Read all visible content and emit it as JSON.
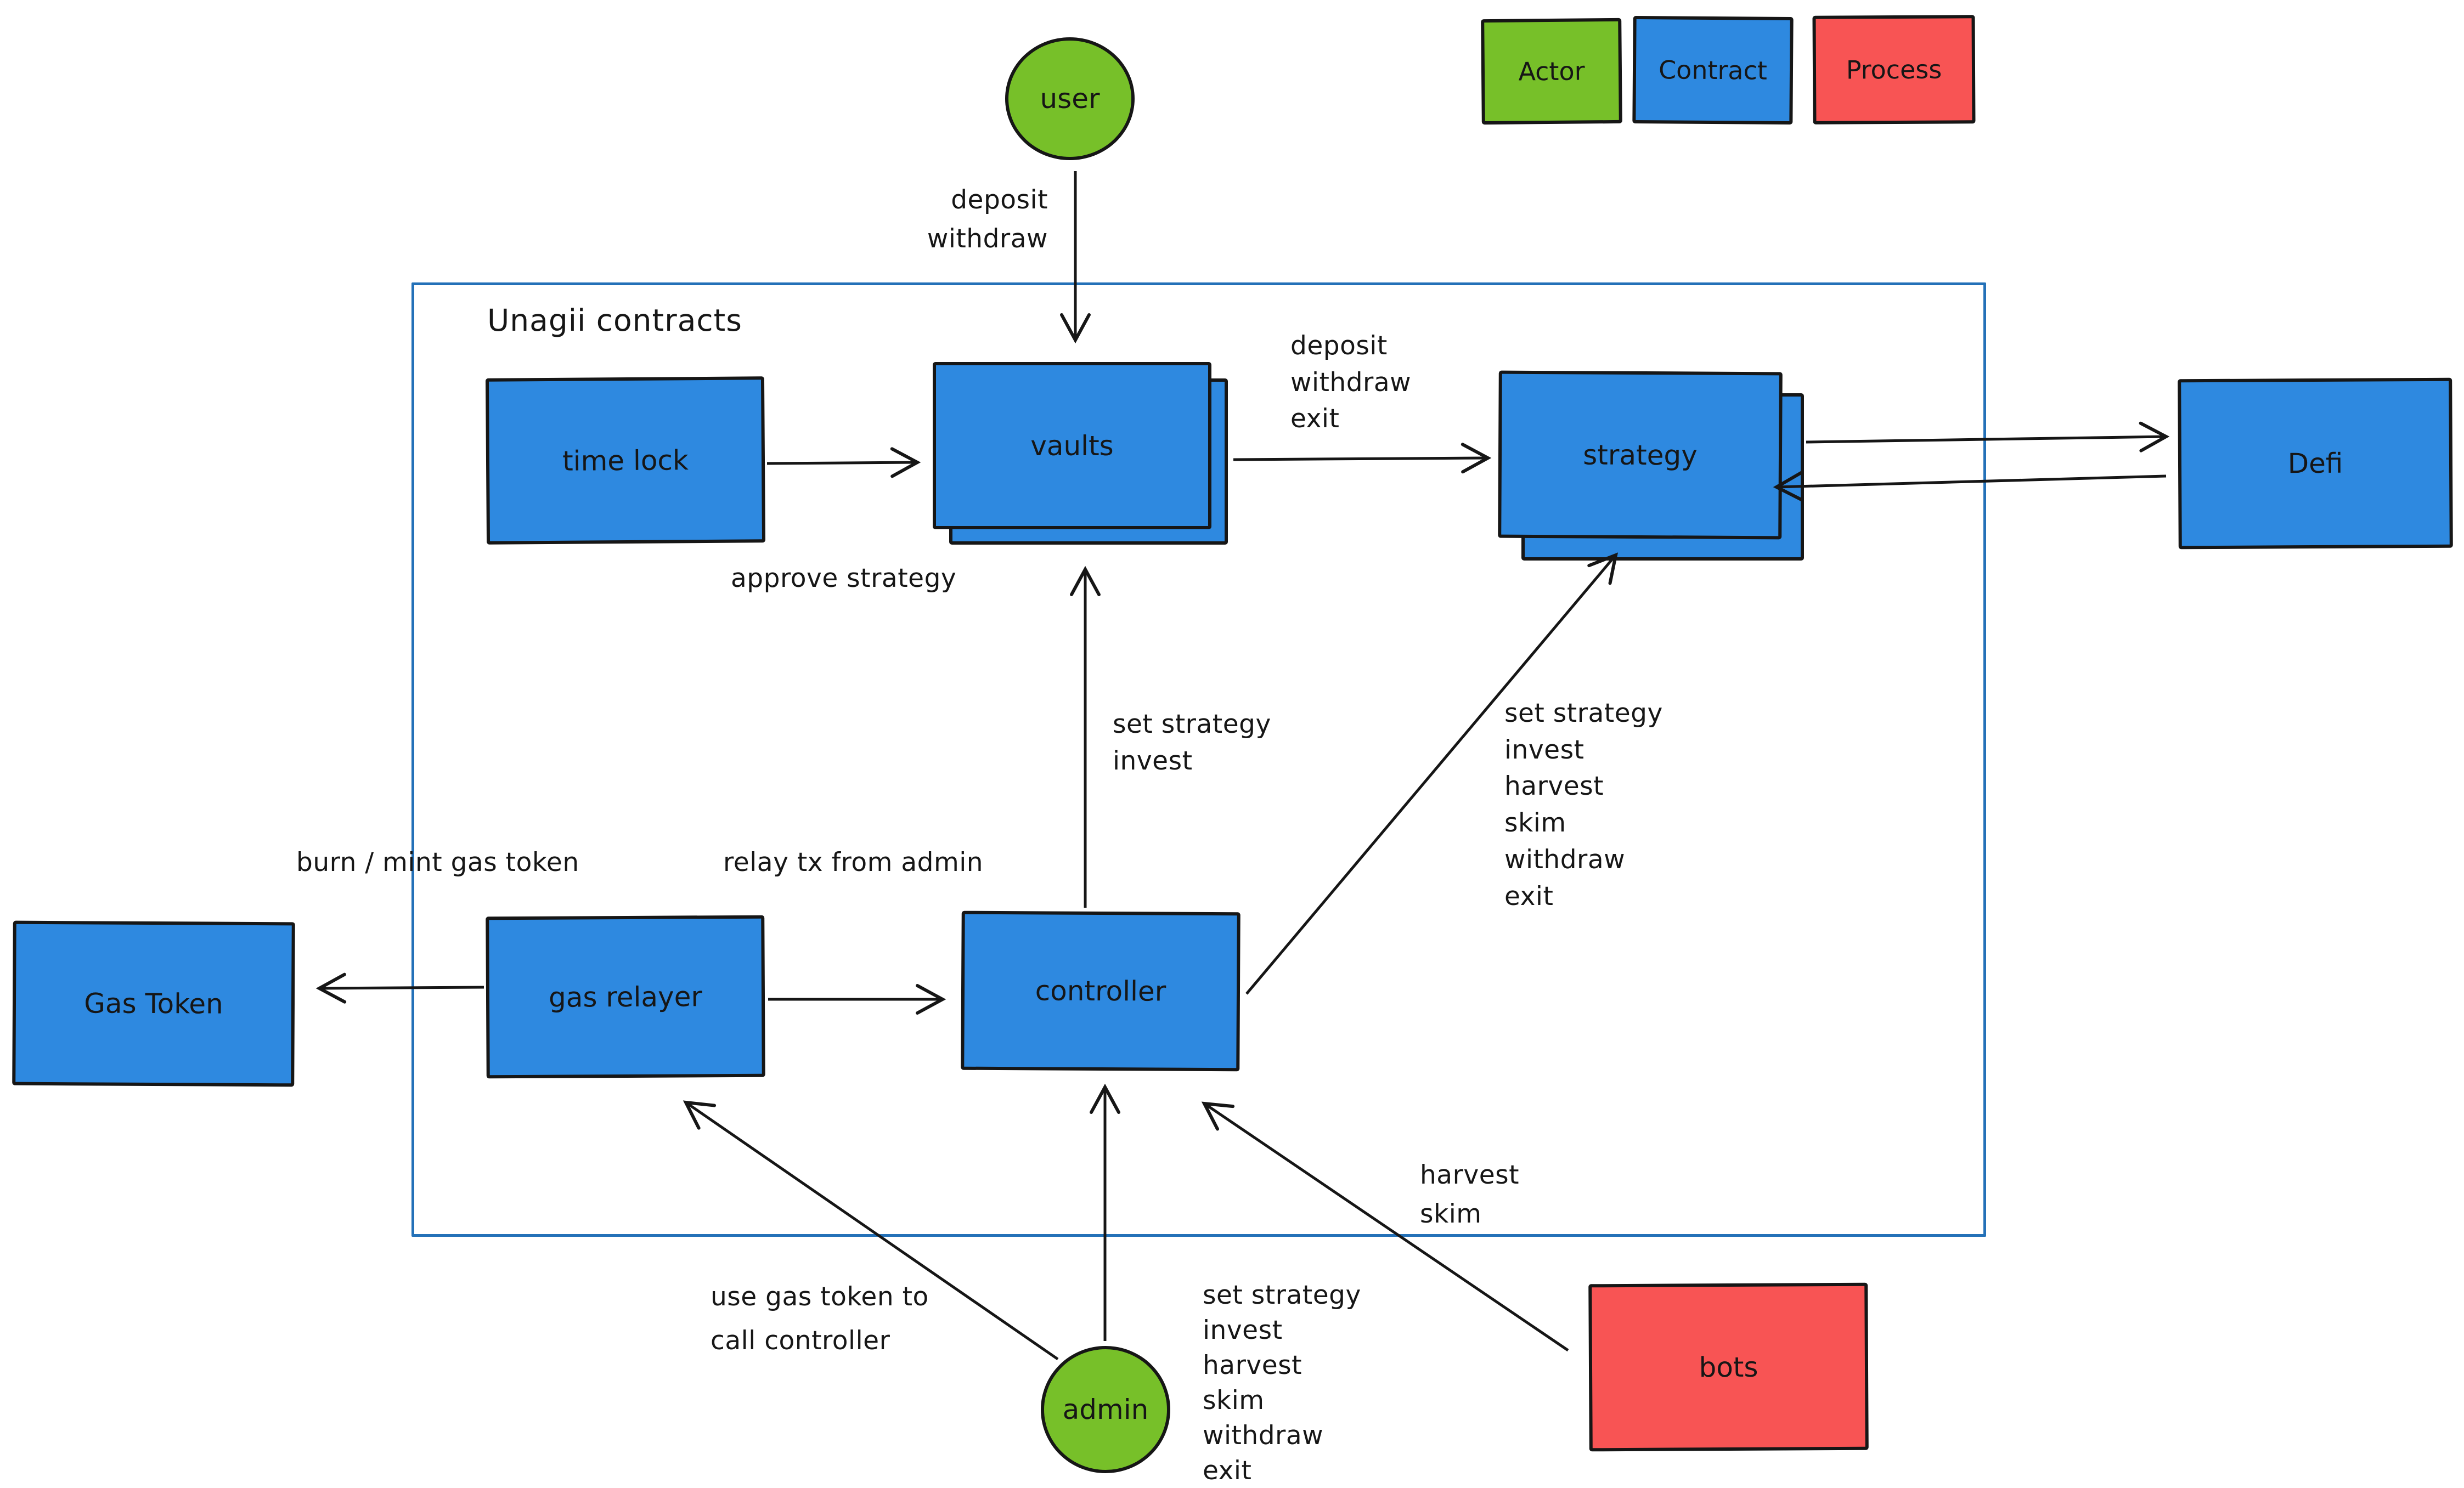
{
  "title": "Unagii contracts",
  "colors": {
    "actor_green": "#77c029",
    "contract_blue": "#2e89e0",
    "process_red": "#f85454",
    "container_border_blue": "#2471b8",
    "ink": "#161616"
  },
  "legend": [
    {
      "label": "Actor"
    },
    {
      "label": "Contract"
    },
    {
      "label": "Process"
    }
  ],
  "nodes": {
    "user": {
      "label": "user",
      "type": "actor"
    },
    "admin": {
      "label": "admin",
      "type": "actor"
    },
    "time_lock": {
      "label": "time lock",
      "type": "contract"
    },
    "vaults": {
      "label": "vaults",
      "type": "contract"
    },
    "strategy": {
      "label": "strategy",
      "type": "contract"
    },
    "defi": {
      "label": "Defi",
      "type": "contract"
    },
    "gas_token": {
      "label": "Gas Token",
      "type": "contract"
    },
    "gas_relayer": {
      "label": "gas relayer",
      "type": "contract"
    },
    "controller": {
      "label": "controller",
      "type": "contract"
    },
    "bots": {
      "label": "bots",
      "type": "process"
    }
  },
  "edge_labels": {
    "user_to_vaults": "deposit\nwithdraw",
    "timelock_to_vaults": "approve strategy",
    "vaults_to_strategy": "deposit\nwithdraw\nexit",
    "controller_to_vaults": "set strategy\ninvest",
    "controller_to_strategy": "set strategy\ninvest\nharvest\nskim\nwithdraw\nexit",
    "gasrelayer_to_gastoken": "burn / mint gas token",
    "gasrelayer_to_controller": "relay tx from admin",
    "bots_to_controller": "harvest\nskim",
    "admin_to_gasrelayer": "use gas token to\ncall controller",
    "admin_to_controller": "set strategy\ninvest\nharvest\nskim\nwithdraw\nexit"
  }
}
